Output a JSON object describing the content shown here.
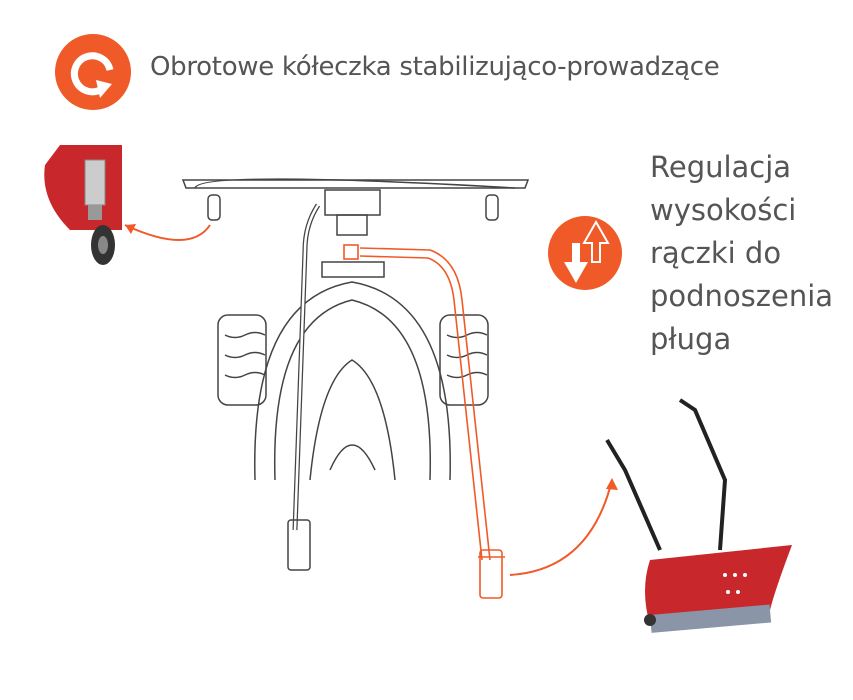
{
  "title": "Obrotowe kółeczka stabilizująco-prowadzące",
  "side_text": [
    "Regulacja",
    "wysokości",
    "rączki do",
    "podnoszenia",
    "pługa"
  ],
  "icons": {
    "top": "rotate-arrow-icon",
    "side": "up-down-arrows-icon"
  },
  "colors": {
    "accent": "#F05A28",
    "red": "#C8282C",
    "text": "#555555",
    "line": "#444444"
  }
}
